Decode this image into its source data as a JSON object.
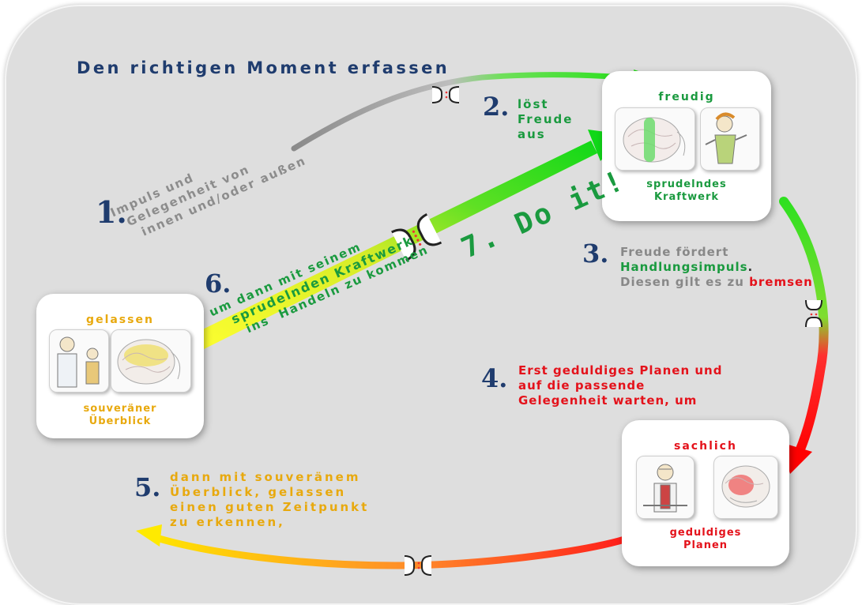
{
  "title": "Den richtigen Moment erfassen",
  "colors": {
    "navy": "#1f3c6e",
    "green": "#1a9a3f",
    "red": "#e4121b",
    "yellow": "#e8a90e",
    "gray": "#888888",
    "panel": "#dedede"
  },
  "cards": {
    "freudig": {
      "title": "freudig",
      "sub1": "sprudelndes",
      "sub2": "Kraftwerk"
    },
    "gelassen": {
      "title": "gelassen",
      "sub1": "souveräner",
      "sub2": "Überblick"
    },
    "sachlich": {
      "title": "sachlich",
      "sub1": "geduldiges",
      "sub2": "Planen"
    }
  },
  "steps": {
    "s1": {
      "num": "1.",
      "lines": [
        "Impuls und",
        "Gelegenheit von",
        "innen und/oder außen"
      ]
    },
    "s2": {
      "num": "2.",
      "lines": [
        "löst",
        "Freude",
        "aus"
      ]
    },
    "s3": {
      "num": "3.",
      "line1": "Freude fördert",
      "line2": "Handlungsimpuls",
      "line2_end": ".",
      "line3a": "Diesen gilt es zu ",
      "line3b": "bremsen"
    },
    "s4": {
      "num": "4.",
      "lines": [
        "Erst geduldiges Planen und",
        "auf die passende",
        "Gelegenheit warten, um"
      ]
    },
    "s5": {
      "num": "5.",
      "lines": [
        "dann mit souveränem",
        "Überblick, gelassen",
        "einen guten Zeitpunkt",
        "zu erkennen,"
      ]
    },
    "s6": {
      "num": "6.",
      "line1": "um dann mit seinem",
      "line2": "sprudelnden Kraftwerk",
      "line3": "ins  Handeln zu kommen"
    },
    "s7": {
      "label": "7. Do it!"
    }
  },
  "icons": [
    "synapse-icon",
    "brain-icon",
    "person-icon"
  ]
}
